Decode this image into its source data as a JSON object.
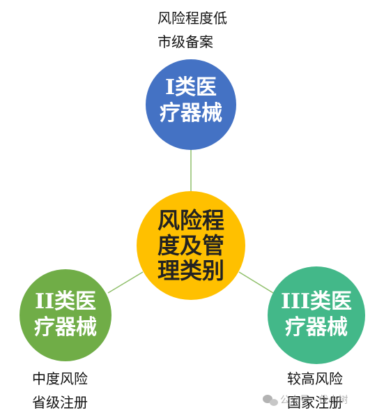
{
  "center": {
    "lines": [
      "风险程",
      "度及管",
      "理类别"
    ],
    "color": "#FFC000"
  },
  "nodes": {
    "class1": {
      "lines": [
        "I类医",
        "疗器械"
      ],
      "color": "#4472C4",
      "note": [
        "风险程度低",
        "市级备案"
      ]
    },
    "class2": {
      "lines": [
        "II类医",
        "疗器械"
      ],
      "color": "#70AD47",
      "note": [
        "中度风险",
        "省级注册"
      ]
    },
    "class3": {
      "lines": [
        "III类医",
        "疗器械"
      ],
      "color": "#43B889",
      "note": [
        "较高风险",
        "国家注册"
      ]
    }
  },
  "connector_color": "#8FBF6A",
  "watermark": {
    "text": "公众号 · 伐小树",
    "icon": "wechat-icon"
  }
}
